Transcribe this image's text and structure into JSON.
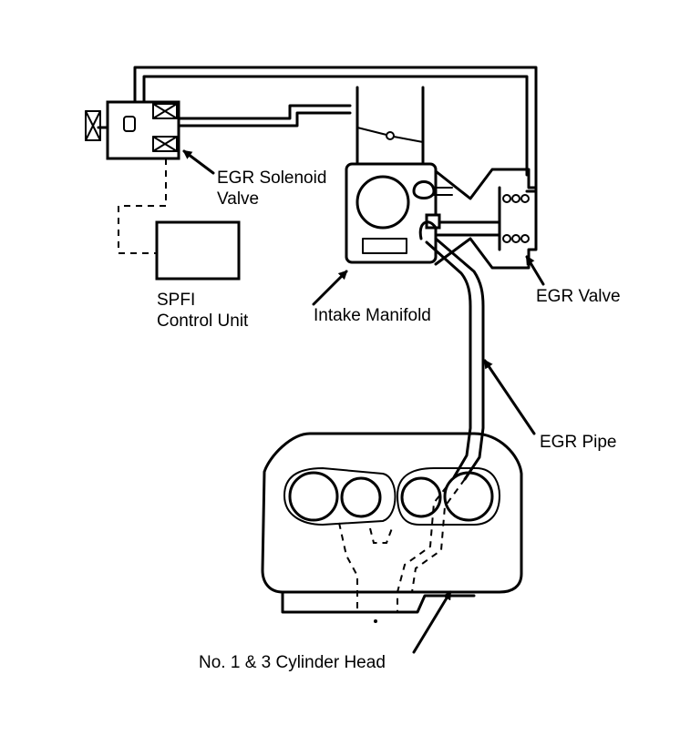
{
  "labels": {
    "egr_solenoid_valve_line1": "EGR Solenoid",
    "egr_solenoid_valve_line2": "Valve",
    "spfi_line1": "SPFI",
    "spfi_line2": "Control Unit",
    "intake_manifold": "Intake Manifold",
    "egr_valve": "EGR Valve",
    "egr_pipe": "EGR Pipe",
    "cylinder_head": "No. 1 & 3 Cylinder Head"
  }
}
